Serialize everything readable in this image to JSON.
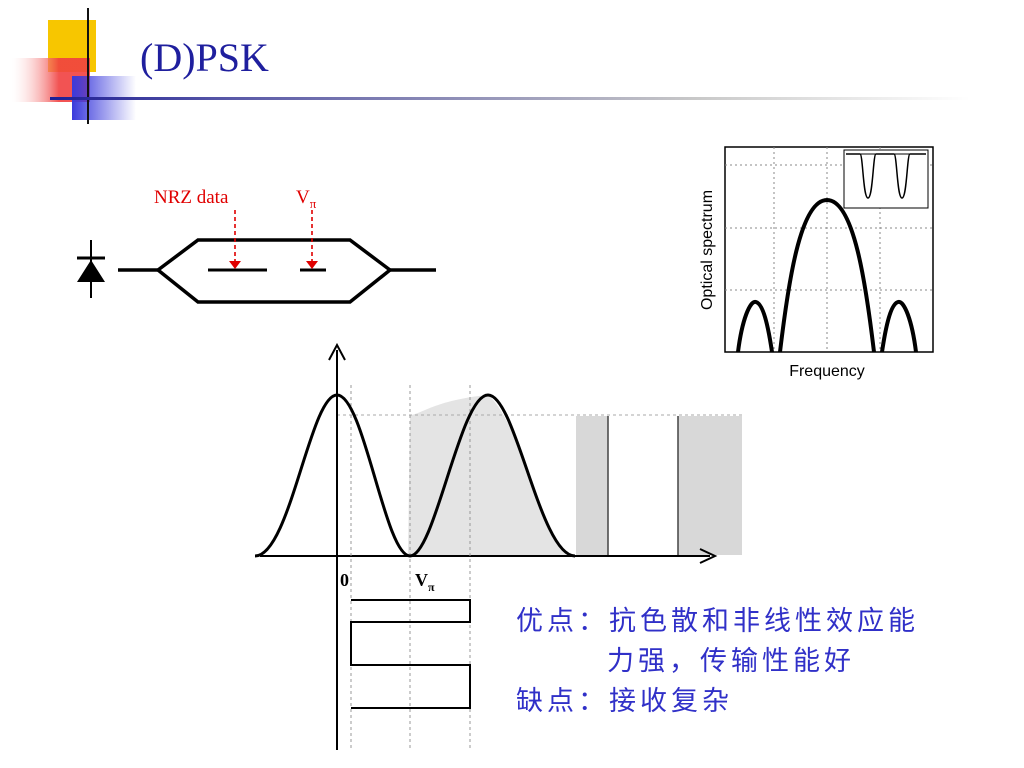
{
  "slide": {
    "title": "(D)PSK"
  },
  "modulator": {
    "label_data": "NRZ data",
    "label_vpi_base": "V",
    "label_vpi_sub": "π"
  },
  "spectrum_inset": {
    "ylabel": "Optical spectrum",
    "xlabel": "Frequency"
  },
  "transfer_plot": {
    "label_zero": "0",
    "label_vpi_base": "V",
    "label_vpi_sub": "π"
  },
  "notes": {
    "pros_line1": "优点：抗色散和非线性效应能",
    "pros_line2": "力强，传输性能好",
    "cons_line1": "缺点：接收复杂"
  },
  "colors": {
    "title": "#1f1f9e",
    "annotation_red": "#e00000",
    "notes_blue": "#3030c8",
    "accent_yellow": "#f7c600",
    "accent_red": "#f04040",
    "accent_blue": "#3a3adc"
  }
}
